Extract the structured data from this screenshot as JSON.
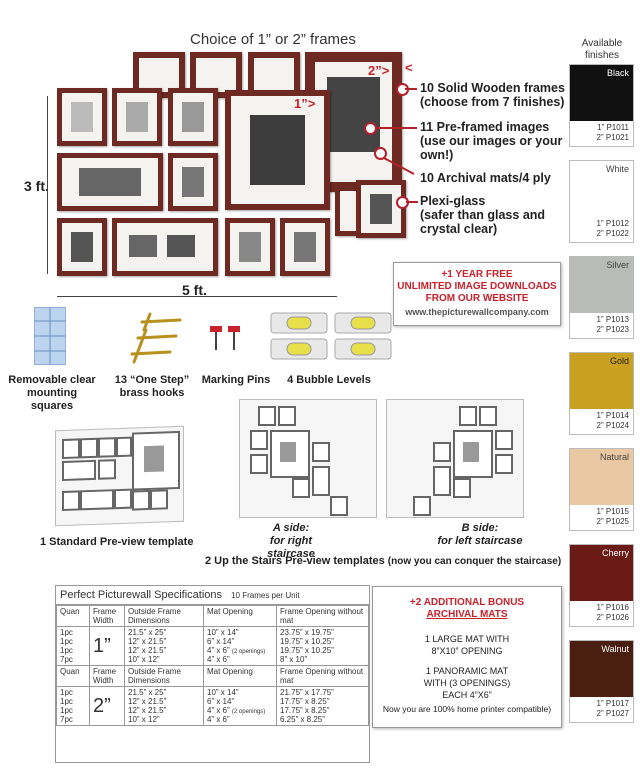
{
  "header": {
    "title": "Choice of 1” or 2” frames"
  },
  "dims": {
    "height": "3 ft.",
    "width": "5 ft.",
    "frame_2in": "2”>",
    "frame_1in": "1”>",
    "arrow_small": "<"
  },
  "callouts": [
    {
      "line1": "10 Solid Wooden frames",
      "line2": "(choose from 7 finishes)"
    },
    {
      "line1": "11 Pre-framed images",
      "line2": "(use our images or your",
      "line3": "own!)"
    },
    {
      "line1": "10 Archival mats/4 ply"
    },
    {
      "line1": "Plexi-glass",
      "line2": "(safer than glass and",
      "line3": "crystal clear)"
    }
  ],
  "free_offer": {
    "line1": "+1 YEAR FREE",
    "line2": "UNLIMITED IMAGE DOWNLOADS",
    "line3": "FROM OUR WEBSITE",
    "url": "www.thepicturewallcompany.com"
  },
  "accessories": [
    {
      "line1": "Removable clear",
      "line2": "mounting squares"
    },
    {
      "line1": "13 “One Step”",
      "line2": "brass hooks"
    },
    {
      "line1": "Marking Pins"
    },
    {
      "line1": "4 Bubble Levels"
    }
  ],
  "templates": {
    "standard": "1 Standard Pre-view template",
    "a_side_l1": "A side:",
    "a_side_l2": "for right staircase",
    "b_side_l1": "B side:",
    "b_side_l2": "for left staircase",
    "stairs_bold": "2 Up the Stairs Pre-view templates",
    "stairs_rest": "(now you can conquer the staircase)"
  },
  "specs": {
    "title": "Perfect Picturewall Specifications",
    "subtitle": "10 Frames per Unit",
    "headers": [
      "Quan",
      "Frame Width",
      "Outside Frame Dimensions",
      "Mat Opening",
      "Frame Opening without mat"
    ],
    "block1": {
      "width": "1”",
      "quan": [
        "1pc",
        "1pc",
        "1pc",
        "7pc"
      ],
      "outside": [
        "21.5” x 25”",
        "12” x 21.5”",
        "12” x 21.5”",
        "10” x 12”"
      ],
      "mat": [
        "10” x 14”",
        "6” x 14”",
        "4” x 6”",
        "4” x 6”"
      ],
      "mat_note": "(2 openings)",
      "opening": [
        "23.75” x 19.75”",
        "19.75” x 10.25”",
        "19.75” x 10.25”",
        "8” x 10”"
      ]
    },
    "block2": {
      "width": "2”",
      "quan": [
        "1pc",
        "1pc",
        "1pc",
        "7pc"
      ],
      "outside": [
        "21.5” x 25”",
        "12” x 21.5”",
        "12” x 21.5”",
        "10” x 12”"
      ],
      "mat": [
        "10” x 14”",
        "6” x 14”",
        "4” x 6”",
        "4” x 6”"
      ],
      "mat_note": "(2 openings)",
      "opening": [
        "21.75” x 17.75”",
        "17.75” x 8.25”",
        "17.75” x 8.25”",
        "6.25” x 8.25”"
      ]
    }
  },
  "bonus": {
    "line1": "+2 ADDITIONAL BONUS",
    "line2": "ARCHIVAL MATS",
    "l1a": "1 LARGE MAT WITH",
    "l1b": "8”X10” OPENING",
    "l2a": "1 PANORAMIC MAT",
    "l2b": "WITH (3 OPENINGS)",
    "l2c": "EACH 4”X6”",
    "note": "Now you are 100% home printer compatible)"
  },
  "finishes": {
    "heading1": "Available",
    "heading2": "finishes",
    "items": [
      {
        "name": "Black",
        "color": "#111111",
        "name_color": "#ffffff",
        "c1": "1”  P1011",
        "c2": "2”  P1021"
      },
      {
        "name": "White",
        "color": "#ffffff",
        "name_color": "#444444",
        "c1": "1”  P1012",
        "c2": "2”  P1022"
      },
      {
        "name": "Silver",
        "color": "#b9bbb6",
        "name_color": "#444444",
        "c1": "1”  P1013",
        "c2": "2”  P1023"
      },
      {
        "name": "Gold",
        "color": "#c9a01f",
        "name_color": "#222222",
        "c1": "1”  P1014",
        "c2": "2”  P1024"
      },
      {
        "name": "Natural",
        "color": "#e8c9a3",
        "name_color": "#444444",
        "c1": "1”  P1015",
        "c2": "2”  P1025"
      },
      {
        "name": "Cherry",
        "color": "#6a1b15",
        "name_color": "#ffffff",
        "c1": "1”  P1016",
        "c2": "2”  P1026"
      },
      {
        "name": "Walnut",
        "color": "#4a1f12",
        "name_color": "#ffffff",
        "c1": "1”  P1017",
        "c2": "2”  P1027"
      }
    ]
  }
}
